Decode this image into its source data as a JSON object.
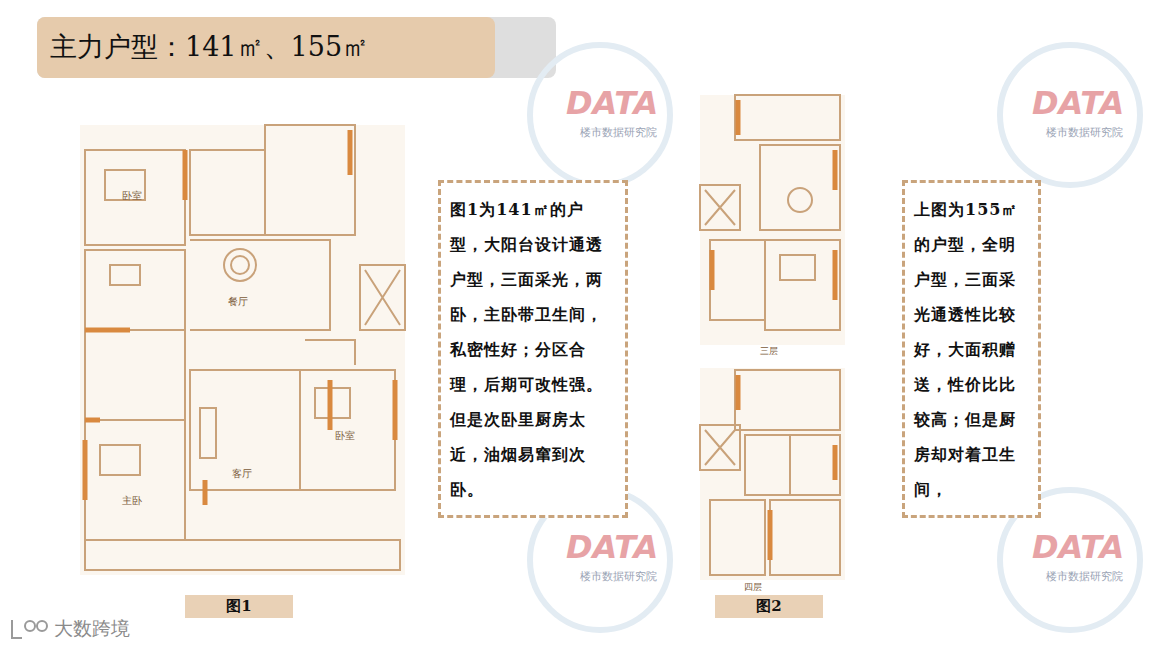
{
  "diagram": {
    "title": "主力户型：141㎡、155㎡",
    "nodes": [
      {
        "text": [
          "图1为141㎡的户型，大阳台设计通透户型，三面采光，两卧，主卧带卫生间，私密性好；分区合理，后期可改性强。但是次卧里厨房太近，油烟易窜到次卧。"
        ]
      },
      {
        "text": [
          "上图为155㎡的户型，全明户型，三面采光通透性比较好，大面积赠送，性价比比较高；但是厨房却对着卫生间，"
        ]
      },
      {
        "text": [
          "图1"
        ]
      },
      {
        "text": [
          "图2"
        ]
      }
    ],
    "labels": [
      "卧室",
      "餐厅",
      "卧室",
      "客厅",
      "主卧",
      "三层",
      "四层",
      "DATA",
      "楼市数据研究院",
      "DATA",
      "楼市数据研究院",
      "DATA",
      "楼市数据研究院",
      "DATA",
      "楼市数据研究院",
      "大数跨境"
    ]
  }
}
